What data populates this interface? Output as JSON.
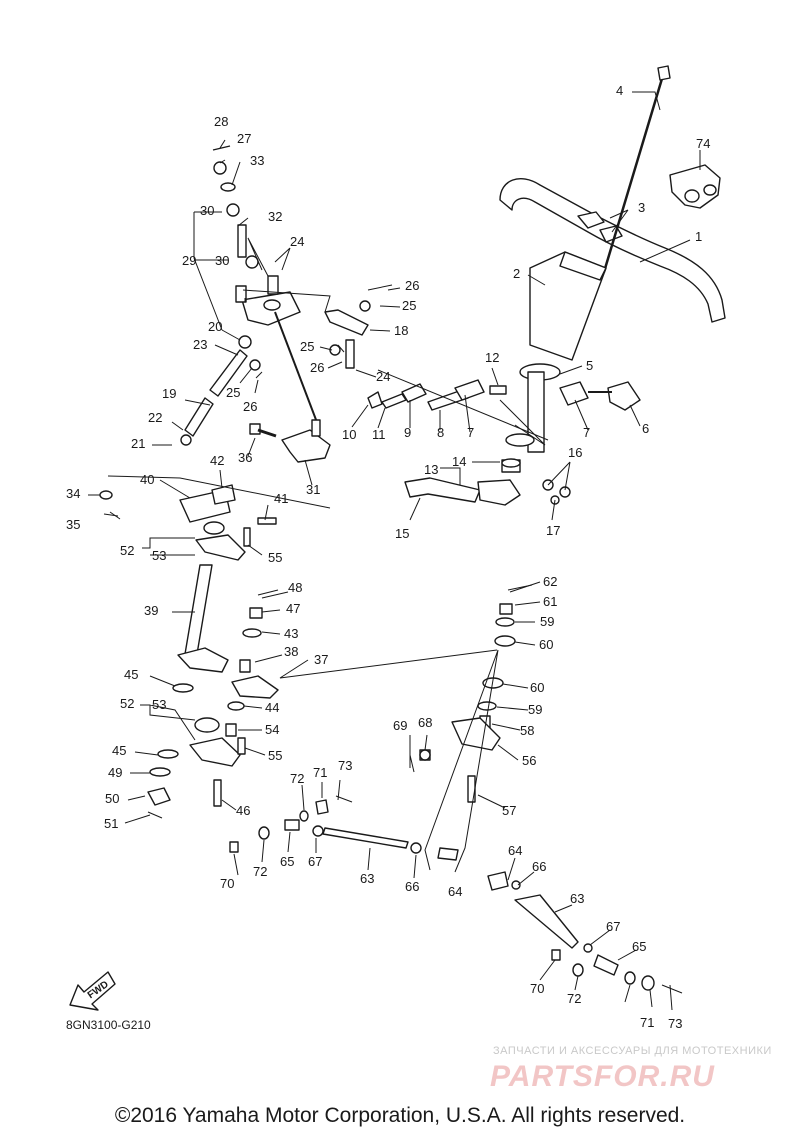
{
  "labels": [
    {
      "id": "1",
      "text": "1"
    },
    {
      "id": "2",
      "text": "2"
    },
    {
      "id": "3",
      "text": "3"
    },
    {
      "id": "4",
      "text": "4"
    },
    {
      "id": "5",
      "text": "5"
    },
    {
      "id": "6",
      "text": "6"
    },
    {
      "id": "7a",
      "text": "7"
    },
    {
      "id": "7b",
      "text": "7"
    },
    {
      "id": "8",
      "text": "8"
    },
    {
      "id": "9",
      "text": "9"
    },
    {
      "id": "10",
      "text": "10"
    },
    {
      "id": "11",
      "text": "11"
    },
    {
      "id": "12",
      "text": "12"
    },
    {
      "id": "13",
      "text": "13"
    },
    {
      "id": "14",
      "text": "14"
    },
    {
      "id": "15",
      "text": "15"
    },
    {
      "id": "16",
      "text": "16"
    },
    {
      "id": "17",
      "text": "17"
    },
    {
      "id": "18",
      "text": "18"
    },
    {
      "id": "19",
      "text": "19"
    },
    {
      "id": "20",
      "text": "20"
    },
    {
      "id": "21",
      "text": "21"
    },
    {
      "id": "22",
      "text": "22"
    },
    {
      "id": "23",
      "text": "23"
    },
    {
      "id": "24a",
      "text": "24"
    },
    {
      "id": "24b",
      "text": "24"
    },
    {
      "id": "25a",
      "text": "25"
    },
    {
      "id": "25b",
      "text": "25"
    },
    {
      "id": "25c",
      "text": "25"
    },
    {
      "id": "26a",
      "text": "26"
    },
    {
      "id": "26b",
      "text": "26"
    },
    {
      "id": "26c",
      "text": "26"
    },
    {
      "id": "27",
      "text": "27"
    },
    {
      "id": "28",
      "text": "28"
    },
    {
      "id": "29",
      "text": "29"
    },
    {
      "id": "30a",
      "text": "30"
    },
    {
      "id": "30b",
      "text": "30"
    },
    {
      "id": "31",
      "text": "31"
    },
    {
      "id": "32",
      "text": "32"
    },
    {
      "id": "33",
      "text": "33"
    },
    {
      "id": "34",
      "text": "34"
    },
    {
      "id": "35",
      "text": "35"
    },
    {
      "id": "36",
      "text": "36"
    },
    {
      "id": "37",
      "text": "37"
    },
    {
      "id": "38",
      "text": "38"
    },
    {
      "id": "39",
      "text": "39"
    },
    {
      "id": "40",
      "text": "40"
    },
    {
      "id": "41",
      "text": "41"
    },
    {
      "id": "42",
      "text": "42"
    },
    {
      "id": "43",
      "text": "43"
    },
    {
      "id": "44",
      "text": "44"
    },
    {
      "id": "45a",
      "text": "45"
    },
    {
      "id": "45b",
      "text": "45"
    },
    {
      "id": "46",
      "text": "46"
    },
    {
      "id": "47",
      "text": "47"
    },
    {
      "id": "48",
      "text": "48"
    },
    {
      "id": "49",
      "text": "49"
    },
    {
      "id": "50",
      "text": "50"
    },
    {
      "id": "51",
      "text": "51"
    },
    {
      "id": "52a",
      "text": "52"
    },
    {
      "id": "52b",
      "text": "52"
    },
    {
      "id": "53a",
      "text": "53"
    },
    {
      "id": "53b",
      "text": "53"
    },
    {
      "id": "54",
      "text": "54"
    },
    {
      "id": "55a",
      "text": "55"
    },
    {
      "id": "55b",
      "text": "55"
    },
    {
      "id": "56",
      "text": "56"
    },
    {
      "id": "57",
      "text": "57"
    },
    {
      "id": "58",
      "text": "58"
    },
    {
      "id": "59a",
      "text": "59"
    },
    {
      "id": "59b",
      "text": "59"
    },
    {
      "id": "60a",
      "text": "60"
    },
    {
      "id": "60b",
      "text": "60"
    },
    {
      "id": "61",
      "text": "61"
    },
    {
      "id": "62",
      "text": "62"
    },
    {
      "id": "63a",
      "text": "63"
    },
    {
      "id": "63b",
      "text": "63"
    },
    {
      "id": "64a",
      "text": "64"
    },
    {
      "id": "64b",
      "text": "64"
    },
    {
      "id": "65a",
      "text": "65"
    },
    {
      "id": "65b",
      "text": "65"
    },
    {
      "id": "66a",
      "text": "66"
    },
    {
      "id": "66b",
      "text": "66"
    },
    {
      "id": "67a",
      "text": "67"
    },
    {
      "id": "67b",
      "text": "67"
    },
    {
      "id": "68",
      "text": "68"
    },
    {
      "id": "69",
      "text": "69"
    },
    {
      "id": "70a",
      "text": "70"
    },
    {
      "id": "70b",
      "text": "70"
    },
    {
      "id": "71a",
      "text": "71"
    },
    {
      "id": "71b",
      "text": "71"
    },
    {
      "id": "72a",
      "text": "72"
    },
    {
      "id": "72b",
      "text": "72"
    },
    {
      "id": "72c",
      "text": "72"
    },
    {
      "id": "73a",
      "text": "73"
    },
    {
      "id": "73b",
      "text": "73"
    },
    {
      "id": "74",
      "text": "74"
    }
  ],
  "fwd_label": "FWD",
  "diagram_code": "8GN3100-G210",
  "copyright": "©2016 Yamaha Motor Corporation, U.S.A. All rights reserved.",
  "watermark": {
    "tagline": "ЗАПЧАСТИ И АКСЕССУАРЫ ДЛЯ МОТОТЕХНИКИ",
    "logo": "PARTSFOR.RU",
    "color": "#f2c6c6"
  }
}
